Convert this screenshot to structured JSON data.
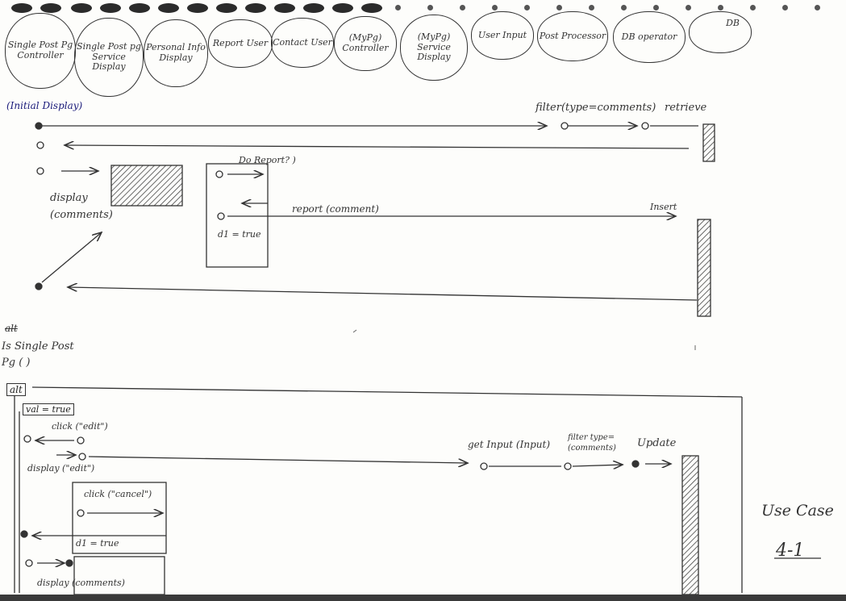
{
  "lifelines": [
    {
      "label": "Single Post Pg Controller"
    },
    {
      "label": "Single Post pg Service Display"
    },
    {
      "label": "Personal Info Display"
    },
    {
      "label": "Report User"
    },
    {
      "label": "Contact User"
    },
    {
      "label": "(MyPg) Controller"
    },
    {
      "label": "(MyPg) Service Display"
    },
    {
      "label": "User Input"
    },
    {
      "label": "Post Processor"
    },
    {
      "label": "DB operator"
    },
    {
      "label": "DB"
    }
  ],
  "sections": {
    "initial_display": "(Initial Display)",
    "is_single_post": "Is Single Post Pg ( )",
    "alt_label": "alt",
    "alt_guard": "val = true",
    "strike": "alt"
  },
  "messages": {
    "filter_comments": "filter(type=comments)",
    "retrieve": "retrieve",
    "do_report": "Do Report? )",
    "display_comments": "display (comments)",
    "report_comment": "report (comment)",
    "insert": "Insert",
    "d1_true": "d1 = true",
    "click_edit": "click (\"edit\")",
    "display_edit": "display (\"edit\")",
    "get_input": "get Input (Input)",
    "filter_type_comments": "filter type=(comments)",
    "update": "Update",
    "click_cancel": "click (\"cancel\")",
    "d1_true_2": "d1 = true",
    "display_comments_2": "display (comments)"
  },
  "use_case": {
    "line1": "Use Case",
    "line2": "4-1"
  }
}
